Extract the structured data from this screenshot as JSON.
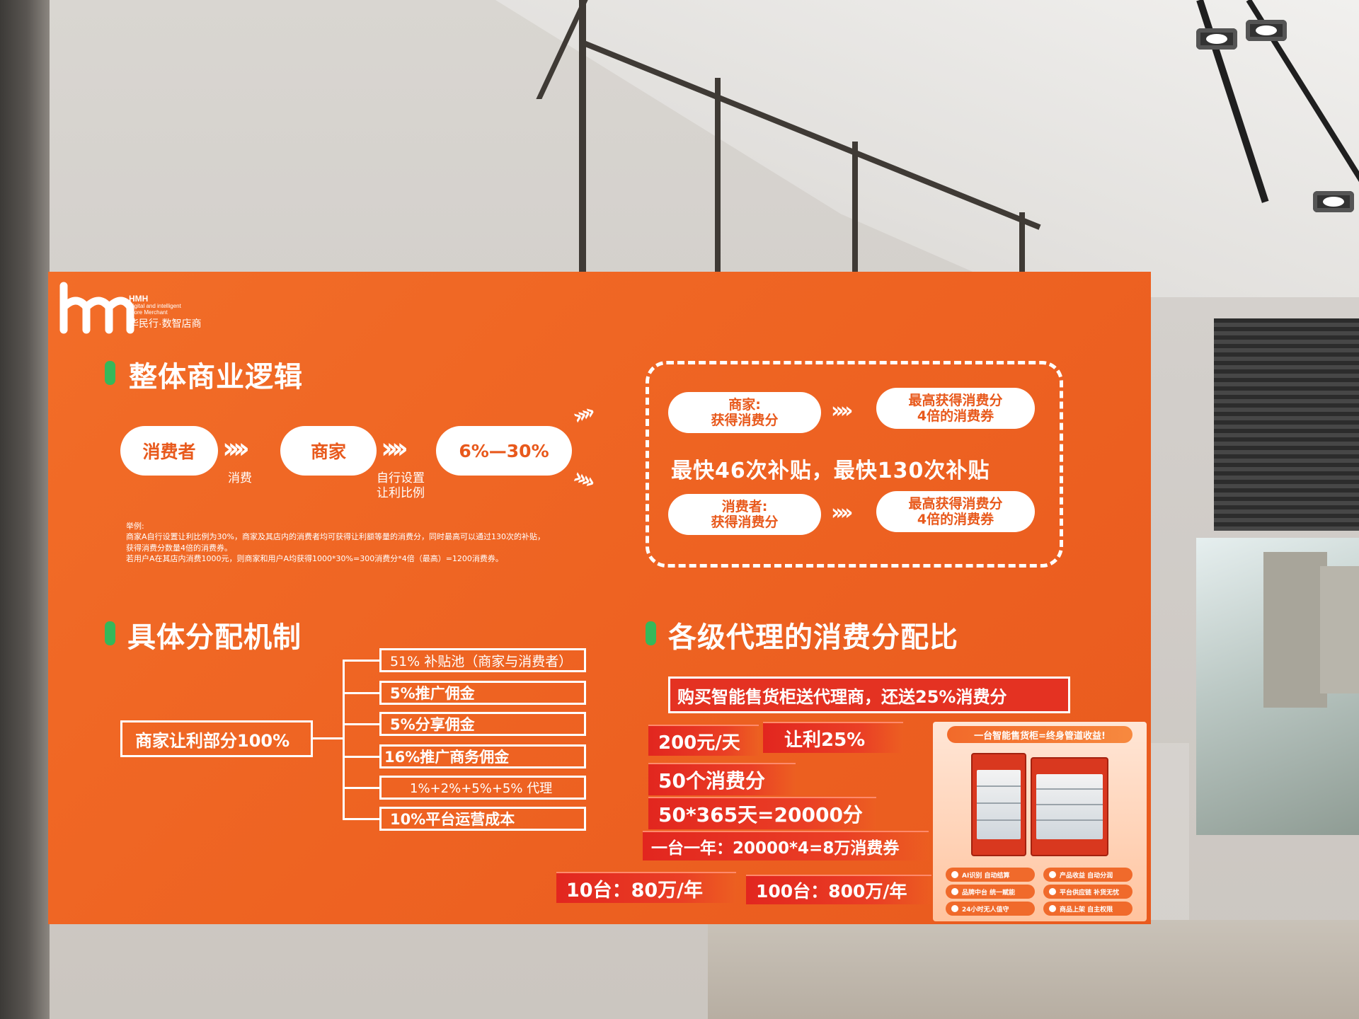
{
  "brand": {
    "abbr": "HMH",
    "en_line1": "Digital and intelligent",
    "en_line2": "Store Merchant",
    "cn": "华民行·数智店商"
  },
  "section1": {
    "title": "整体商业逻辑",
    "flow": {
      "node1": "消费者",
      "node2": "商家",
      "node3": "6%—30%",
      "label1": "消费",
      "label2_line1": "自行设置",
      "label2_line2": "让利比例"
    },
    "example": {
      "heading": "举例:",
      "line1": "商家A自行设置让利比例为30%，商家及其店内的消费者均可获得让利额等量的消费分，同时最高可以通过130次的补贴，",
      "line2": "获得消费分数量4倍的消费券。",
      "line3": "若用户A在其店内消费1000元，则商家和用户A均获得1000*30%=300消费分*4倍（最高）=1200消费券。"
    },
    "box": {
      "merchant_line1": "商家:",
      "merchant_line2": "获得消费分",
      "merchant_result_line1": "最高获得消费分",
      "merchant_result_line2": "4倍的消费券",
      "middle": "最快46次补贴，最快130次补贴",
      "consumer_line1": "消费者:",
      "consumer_line2": "获得消费分",
      "consumer_result_line1": "最高获得消费分",
      "consumer_result_line2": "4倍的消费券"
    }
  },
  "section2": {
    "title": "具体分配机制",
    "root": "商家让利部分100%",
    "items": [
      "51% 补贴池（商家与消费者）",
      "5%推广佣金",
      "5%分享佣金",
      "16%推广商务佣金",
      "1%+2%+5%+5% 代理",
      "10%平台运营成本"
    ]
  },
  "section3": {
    "title": "各级代理的消费分配比",
    "headline": "购买智能售货柜送代理商，还送25%消费分",
    "tags": {
      "per_day": "200元/天",
      "profit": "让利25%",
      "points": "50个消费分",
      "year_calc": "50*365天=20000分",
      "one_year": "一台一年：20000*4=8万消费券",
      "ten": "10台：80万/年",
      "hundred": "100台：800万/年"
    }
  },
  "mini_poster": {
    "banner": "一台智能售货柜=终身管道收益!",
    "features": [
      "AI识别 自动结算",
      "产品收益 自动分润",
      "品牌中台 统一赋能",
      "平台供应链 补货无忧",
      "24小时无人值守",
      "商品上架 自主权限"
    ]
  },
  "colors": {
    "poster_orange": "#ee6322",
    "accent_green": "#35b85a",
    "tag_red": "#e2261f",
    "text_white": "#ffffff"
  }
}
